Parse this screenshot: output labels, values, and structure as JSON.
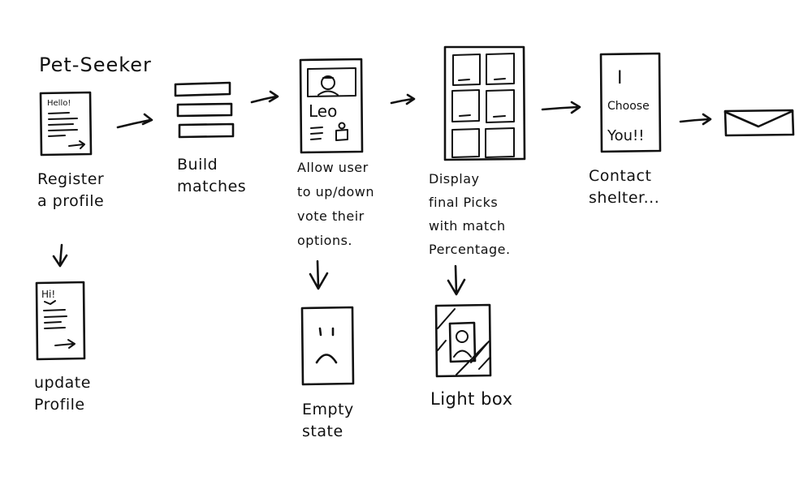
{
  "title": "Pet-Seeker",
  "steps": {
    "register": {
      "caption": "Register\na profile",
      "screen_text": "Hello!"
    },
    "build": {
      "caption": "Build\nmatches"
    },
    "vote": {
      "caption": "Allow user\nto up/down\nvote their\noptions.",
      "screen_text": "Leo"
    },
    "display": {
      "caption": "Display\nfinal Picks\nwith match\nPercentage."
    },
    "contact": {
      "caption": "Contact\nshelter...",
      "screen_text_1": "I",
      "screen_text_2": "Choose",
      "screen_text_3": "You!!"
    },
    "update": {
      "caption": "update\nProfile",
      "screen_text": "Hi!"
    },
    "empty": {
      "caption": "Empty\nstate"
    },
    "lightbox": {
      "caption": "Light box"
    }
  }
}
